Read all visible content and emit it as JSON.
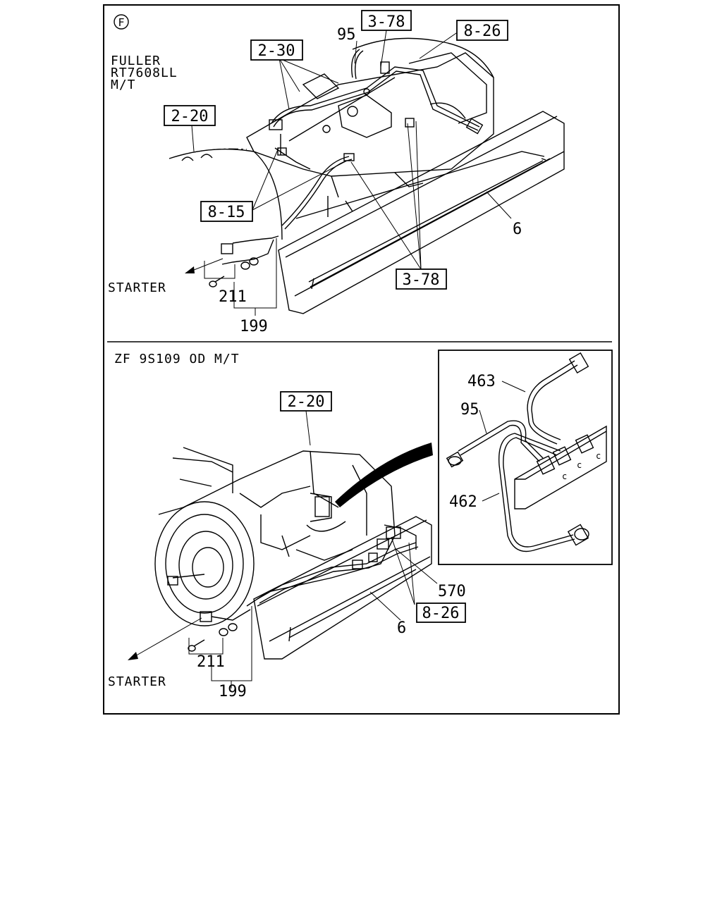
{
  "top_panel": {
    "section_marker": "F",
    "model_line1": "FULLER",
    "model_line2": "RT7608LL",
    "model_line3": "M/T",
    "refs": {
      "ref_3_78_top": "3-78",
      "ref_8_26": "8-26",
      "ref_2_30": "2-30",
      "ref_2_20": "2-20",
      "ref_8_15": "8-15",
      "ref_3_78_bottom": "3-78"
    },
    "parts": {
      "p95": "95",
      "p6": "6",
      "p211": "211",
      "p199": "199"
    },
    "starter": "STARTER"
  },
  "bottom_panel": {
    "model": "ZF 9S109 OD M/T",
    "refs": {
      "ref_2_20": "2-20",
      "ref_8_26": "8-26"
    },
    "parts": {
      "p570": "570",
      "p6": "6",
      "p211": "211",
      "p199": "199"
    },
    "starter": "STARTER",
    "detail": {
      "p463": "463",
      "p95": "95",
      "p462": "462"
    }
  }
}
